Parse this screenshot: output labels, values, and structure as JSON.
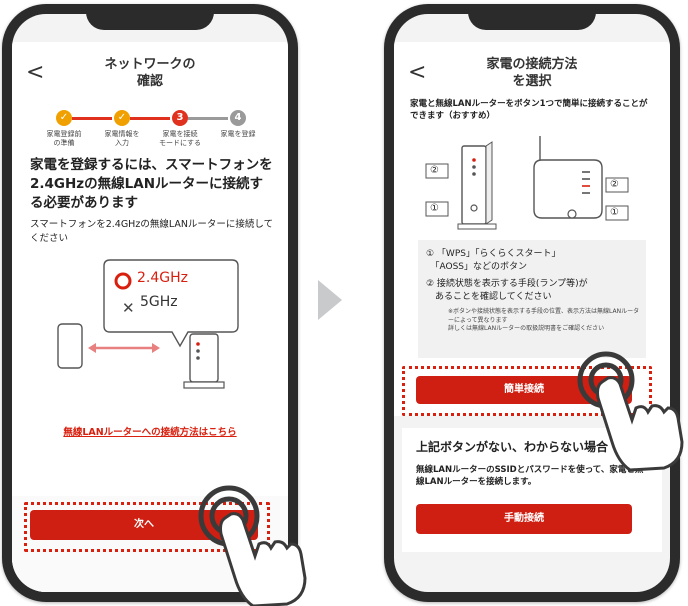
{
  "left": {
    "header_title": "ネットワークの\n確認",
    "back_glyph": "<",
    "steps": [
      {
        "label": "家電登録前\nの準備",
        "state": "done"
      },
      {
        "label": "家電情報を\n入力",
        "state": "done"
      },
      {
        "label": "家電を接続\nモードにする",
        "state": "current",
        "number": "3"
      },
      {
        "label": "家電を登録",
        "state": "todo",
        "number": "4"
      }
    ],
    "main_heading": "家電を登録するには、スマートフォンを2.4GHzの無線LANルーターに接続する必要があります",
    "subtext": "スマートフォンを2.4GHzの無線LANルーターに接続してください",
    "ok_band": "2.4GHz",
    "ng_band": "5GHz",
    "link_text": "無線LANルーターへの接続方法はこちら",
    "next_button": "次へ"
  },
  "right": {
    "header_title": "家電の接続方法\nを選択",
    "back_glyph": "<",
    "intro": "家電と無線LANルーターをボタン1つで簡単に接続することができます（おすすめ）",
    "label_1": "①",
    "label_2": "②",
    "note_1": "① 「WPS」「らくらくスタート」\n　「AOSS」などのボタン",
    "note_2": "② 接続状態を表示する手段(ランプ等)が\n　あることを確認してください",
    "small_note": "※ボタンや接続状態を表示する手段の位置、表示方法は無線LANルーターによって異なります\n詳しくは無線LANルーターの取扱説明書をご確認ください",
    "easy_button": "簡単接続",
    "fallback_heading": "上記ボタンがない、わからない場合",
    "fallback_text": "無線LANルーターのSSIDとパスワードを使って、家電と無線LANルーターを接続します。",
    "manual_button": "手動接続"
  },
  "colors": {
    "accent": "#cf1f12",
    "done": "#f0a000",
    "pending": "#9a9a9a"
  }
}
